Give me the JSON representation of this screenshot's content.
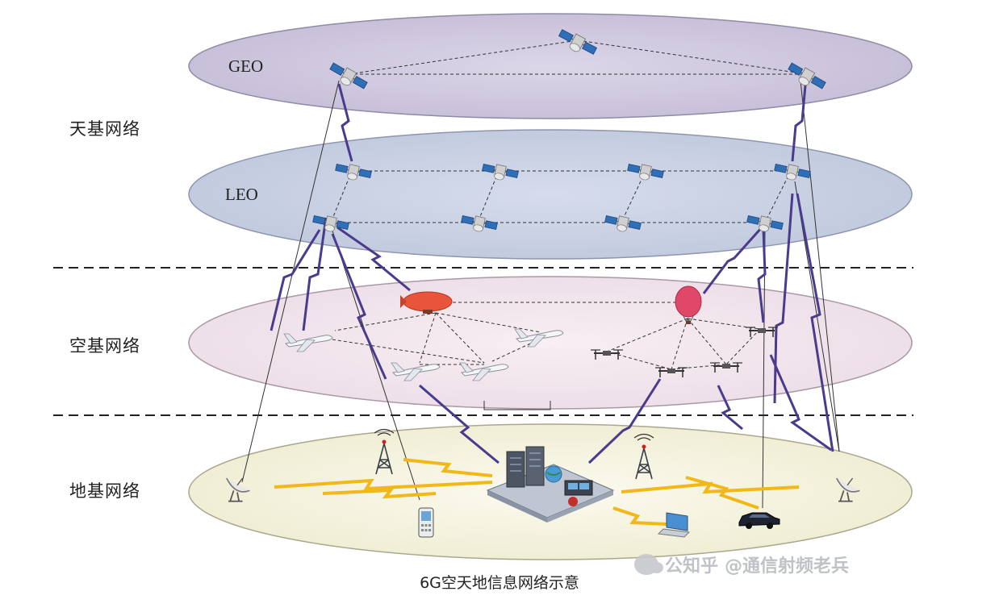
{
  "sections": {
    "space": "天基网络",
    "air": "空基网络",
    "ground": "地基网络"
  },
  "layers": {
    "geo": "GEO",
    "leo": "LEO"
  },
  "caption": "6G空天地信息网络示意",
  "watermark": {
    "platform": "公知乎",
    "account": "@通信射频老兵"
  },
  "colors": {
    "geo_fill": "#cdc6dc",
    "leo_fill": "#c5cde0",
    "air_fill": "#f1e3ea",
    "ground_fill": "#f3f1df",
    "link_purple": "#4a3b8c",
    "link_yellow": "#f2b81a"
  }
}
